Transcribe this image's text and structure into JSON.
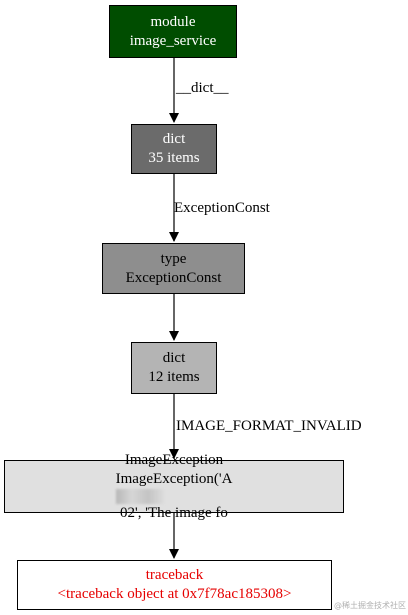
{
  "nodes": {
    "module": {
      "line1": "module",
      "line2": "image_service",
      "fill": "#004d00",
      "text_color": "#ffffff"
    },
    "dict35": {
      "line1": "dict",
      "line2": "35 items",
      "fill": "#6b6b6b",
      "text_color": "#ffffff"
    },
    "type": {
      "line1": "type",
      "line2": "ExceptionConst",
      "fill": "#8e8e8e",
      "text_color": "#000000"
    },
    "dict12": {
      "line1": "dict",
      "line2": "12 items",
      "fill": "#b4b4b4",
      "text_color": "#000000"
    },
    "image_exception": {
      "line1": "ImageException",
      "line2_prefix": "ImageException('A",
      "line2_suffix": "02', 'The image fo",
      "fill": "#e0e0e0",
      "text_color": "#000000"
    },
    "traceback": {
      "line1": "traceback",
      "line2": "<traceback object at 0x7f78ac185308>",
      "fill": "#ffffff",
      "text_color": "#e60000"
    }
  },
  "edges": {
    "e1": "__dict__",
    "e2": "ExceptionConst",
    "e3": "",
    "e4": "IMAGE_FORMAT_INVALID",
    "e5": ""
  },
  "watermark": "@稀土掘金技术社区"
}
